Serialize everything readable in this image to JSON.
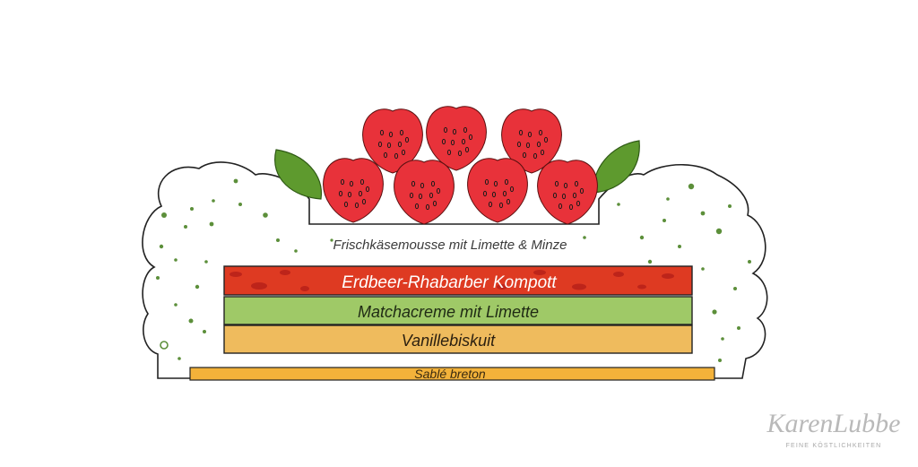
{
  "layers": {
    "mousse": "Frischkäsemousse mit Limette & Minze",
    "kompott": "Erdbeer-Rhabarber Kompott",
    "matcha": "Matchacreme mit Limette",
    "biskuit": "Vanillebiskuit",
    "sable": "Sablé breton"
  },
  "brand": {
    "name": "KarenLubbe",
    "tagline": "FEINE KÖSTLICHKEITEN"
  },
  "colors": {
    "kompott": "#de3a22",
    "matcha": "#9fc967",
    "biskuit": "#efbb5d",
    "sable": "#f3b23a",
    "strawberry": "#e8323a",
    "leaf": "#5e9a2e",
    "speck": "#5c8f3a"
  },
  "icons": [
    "strawberry-icon",
    "mint-leaf-icon"
  ]
}
